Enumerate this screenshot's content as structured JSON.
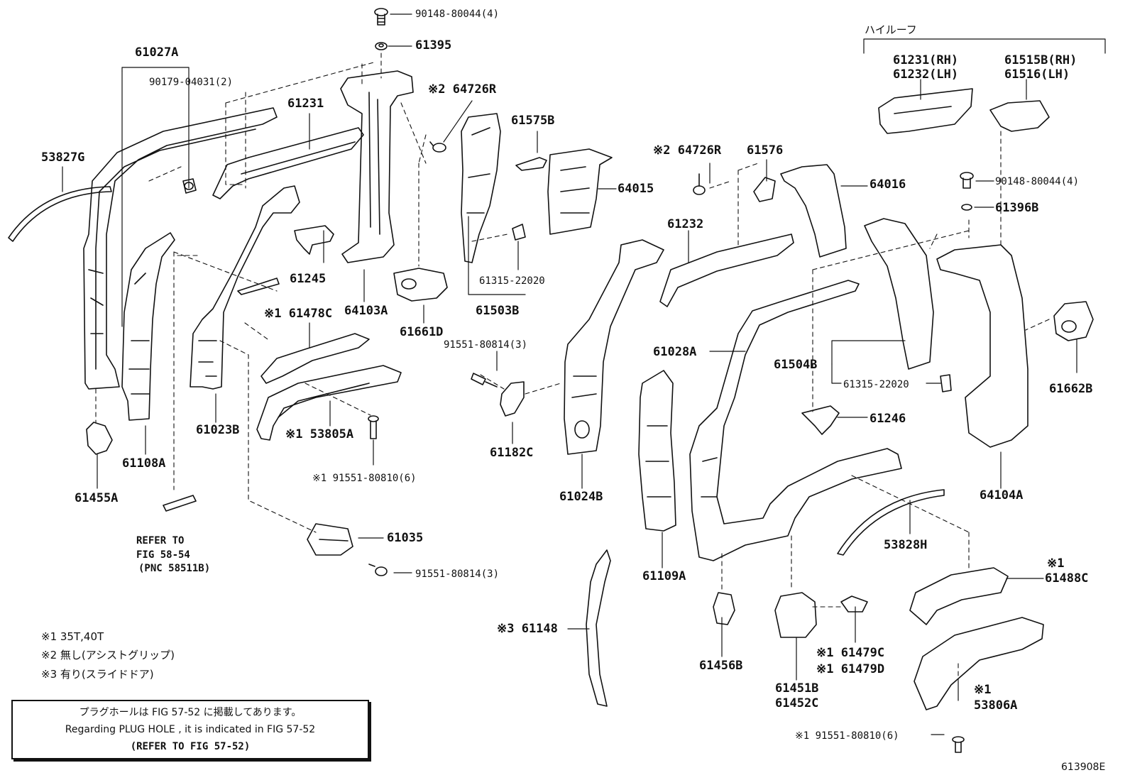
{
  "diagram": {
    "high_roof": "ハイルーフ",
    "drawing_code": "613908E",
    "parts": {
      "p90148_80044_top": "90148-80044(4)",
      "p61395": "61395",
      "p61027A": "61027A",
      "p90179_04031": "90179-04031(2)",
      "p53827G": "53827G",
      "p61231": "61231",
      "p64726R_a": "※2 64726R",
      "p61575B": "61575B",
      "p64015": "64015",
      "p61245": "61245",
      "p64103A": "64103A",
      "p61661D": "61661D",
      "p61315_22020_a": "61315-22020",
      "p61503B": "61503B",
      "p61478C": "※1 61478C",
      "p91551_80814_a": "91551-80814(3)",
      "p53805A": "※1 53805A",
      "p61182C": "61182C",
      "p91551_80810_a": "※1 91551-80810(6)",
      "p61108A": "61108A",
      "p61023B": "61023B",
      "p61455A": "61455A",
      "p61035": "61035",
      "p91551_80814_b": "91551-80814(3)",
      "p64726R_b": "※2 64726R",
      "p61576": "61576",
      "p64016": "64016",
      "p61232": "61232",
      "p61028A": "61028A",
      "p61024B": "61024B",
      "p61109A": "61109A",
      "p61148": "※3 61148",
      "p61231_rh": "61231(RH)",
      "p61232_lh": "61232(LH)",
      "p61515B_rh": "61515B(RH)",
      "p61516_lh": "61516(LH)",
      "p90148_80044_right": "90148-80044(4)",
      "p61396B": "61396B",
      "p61504B": "61504B",
      "p61315_22020_b": "61315-22020",
      "p61662B": "61662B",
      "p61246": "61246",
      "p64104A": "64104A",
      "p53828H": "53828H",
      "p61488C_mark": "※1",
      "p61488C": "61488C",
      "p61456B": "61456B",
      "p61451B": "61451B",
      "p61452C": "61452C",
      "p61479C": "※1 61479C",
      "p61479D": "※1 61479D",
      "p53806A_mark": "※1",
      "p53806A": "53806A",
      "p91551_80810_b": "※1 91551-80810(6)"
    },
    "refer": {
      "line1": "REFER TO",
      "line2": "FIG 58-54",
      "line3": "(PNC 58511B)"
    },
    "notes": {
      "n1": "※1 35T,40T",
      "n2": "※2 無し(アシストグリップ)",
      "n3": "※3 有り(スライドドア)"
    },
    "notebox": {
      "line1": "プラグホールは FIG 57-52 に掲載してあります。",
      "line2": "Regarding  PLUG  HOLE , it is indicated in  FIG  57-52",
      "line3": "(REFER  TO  FIG  57-52)"
    }
  }
}
